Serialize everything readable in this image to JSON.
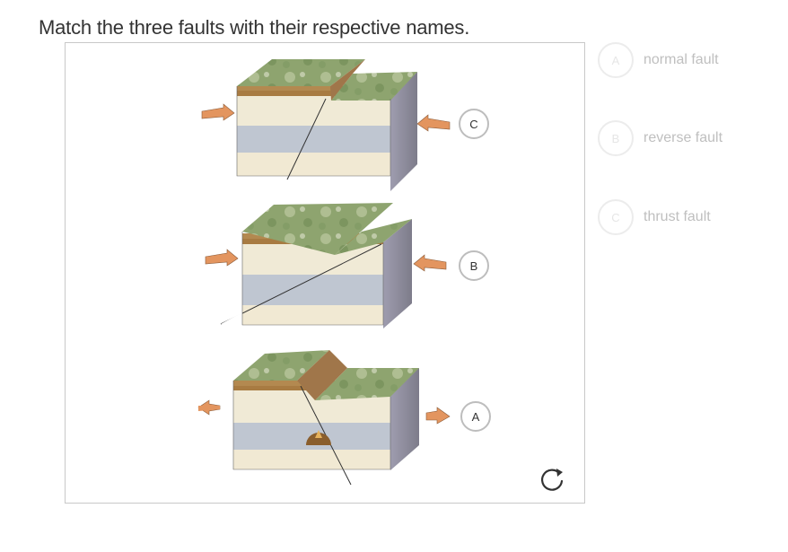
{
  "question": {
    "text": "Match the three faults with their respective names."
  },
  "targets": [
    {
      "label": "C"
    },
    {
      "label": "B"
    },
    {
      "label": "A"
    }
  ],
  "options": [
    {
      "badge": "A",
      "label": "normal fault"
    },
    {
      "badge": "B",
      "label": "reverse fault"
    },
    {
      "badge": "C",
      "label": "thrust fault"
    }
  ],
  "icons": {
    "reset": "reset-icon",
    "arrows": "stress-arrow-icon"
  },
  "colors": {
    "grass": "#8fa672",
    "soil": "#b5894f",
    "sand": "#efe8d4",
    "rock_blue": "#bcc4d0",
    "arrow": "#e3955f",
    "border": "#bdbdbd"
  }
}
